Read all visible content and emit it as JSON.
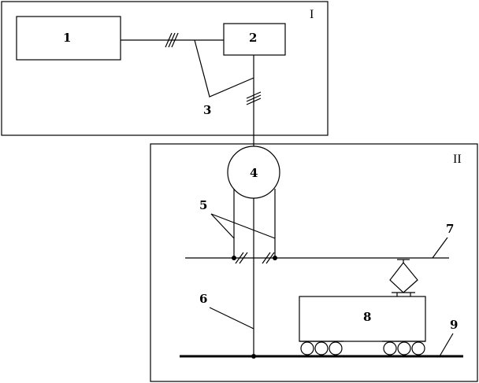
{
  "regions": {
    "region_1": {
      "label": "I"
    },
    "region_2": {
      "label": "II"
    }
  },
  "labels": {
    "block_1": "1",
    "block_2": "2",
    "link_3": "3",
    "device_4": "4",
    "connections_5": "5",
    "conductor_6": "6",
    "contact_wire_7": "7",
    "vehicle_8": "8",
    "rail_9": "9"
  }
}
